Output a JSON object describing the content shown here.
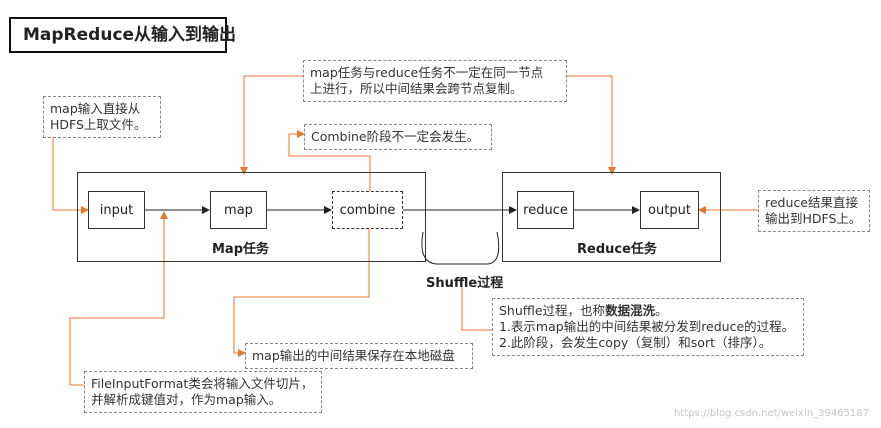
{
  "title": "MapReduce从输入到输出",
  "nodes": {
    "input": "input",
    "map": "map",
    "combine": "combine",
    "reduce": "reduce",
    "output": "output"
  },
  "groups": {
    "map_task": "Map任务",
    "reduce_task": "Reduce任务",
    "shuffle": "Shuffle过程"
  },
  "notes": {
    "map_input": [
      "map输入直接从",
      "HDFS上取文件。"
    ],
    "map_reduce_nodes": [
      "map任务与reduce任务不一定在同一节点",
      "上进行，所以中间结果会跨节点复制。"
    ],
    "combine": "Combine阶段不一定会发生。",
    "reduce_output": [
      "reduce结果直接",
      "输出到HDFS上。"
    ],
    "shuffle": {
      "line1_prefix": "Shuffle过程，也称",
      "line1_bold": "数据混洗",
      "line1_suffix": "。",
      "line2": "1.表示map输出的中间结果被分发到reduce的过程。",
      "line3": "2.此阶段，会发生copy（复制）和sort（排序）。"
    },
    "local_disk": "map输出的中间结果保存在本地磁盘",
    "input_format": [
      "FileInputFormat类会将输入文件切片，",
      "并解析成键值对，作为map输入。"
    ]
  },
  "watermark": "https://blog.csdn.net/weixin_39465187",
  "colors": {
    "annotation_arrow": "#e8762b",
    "flow_arrow": "#222222"
  }
}
